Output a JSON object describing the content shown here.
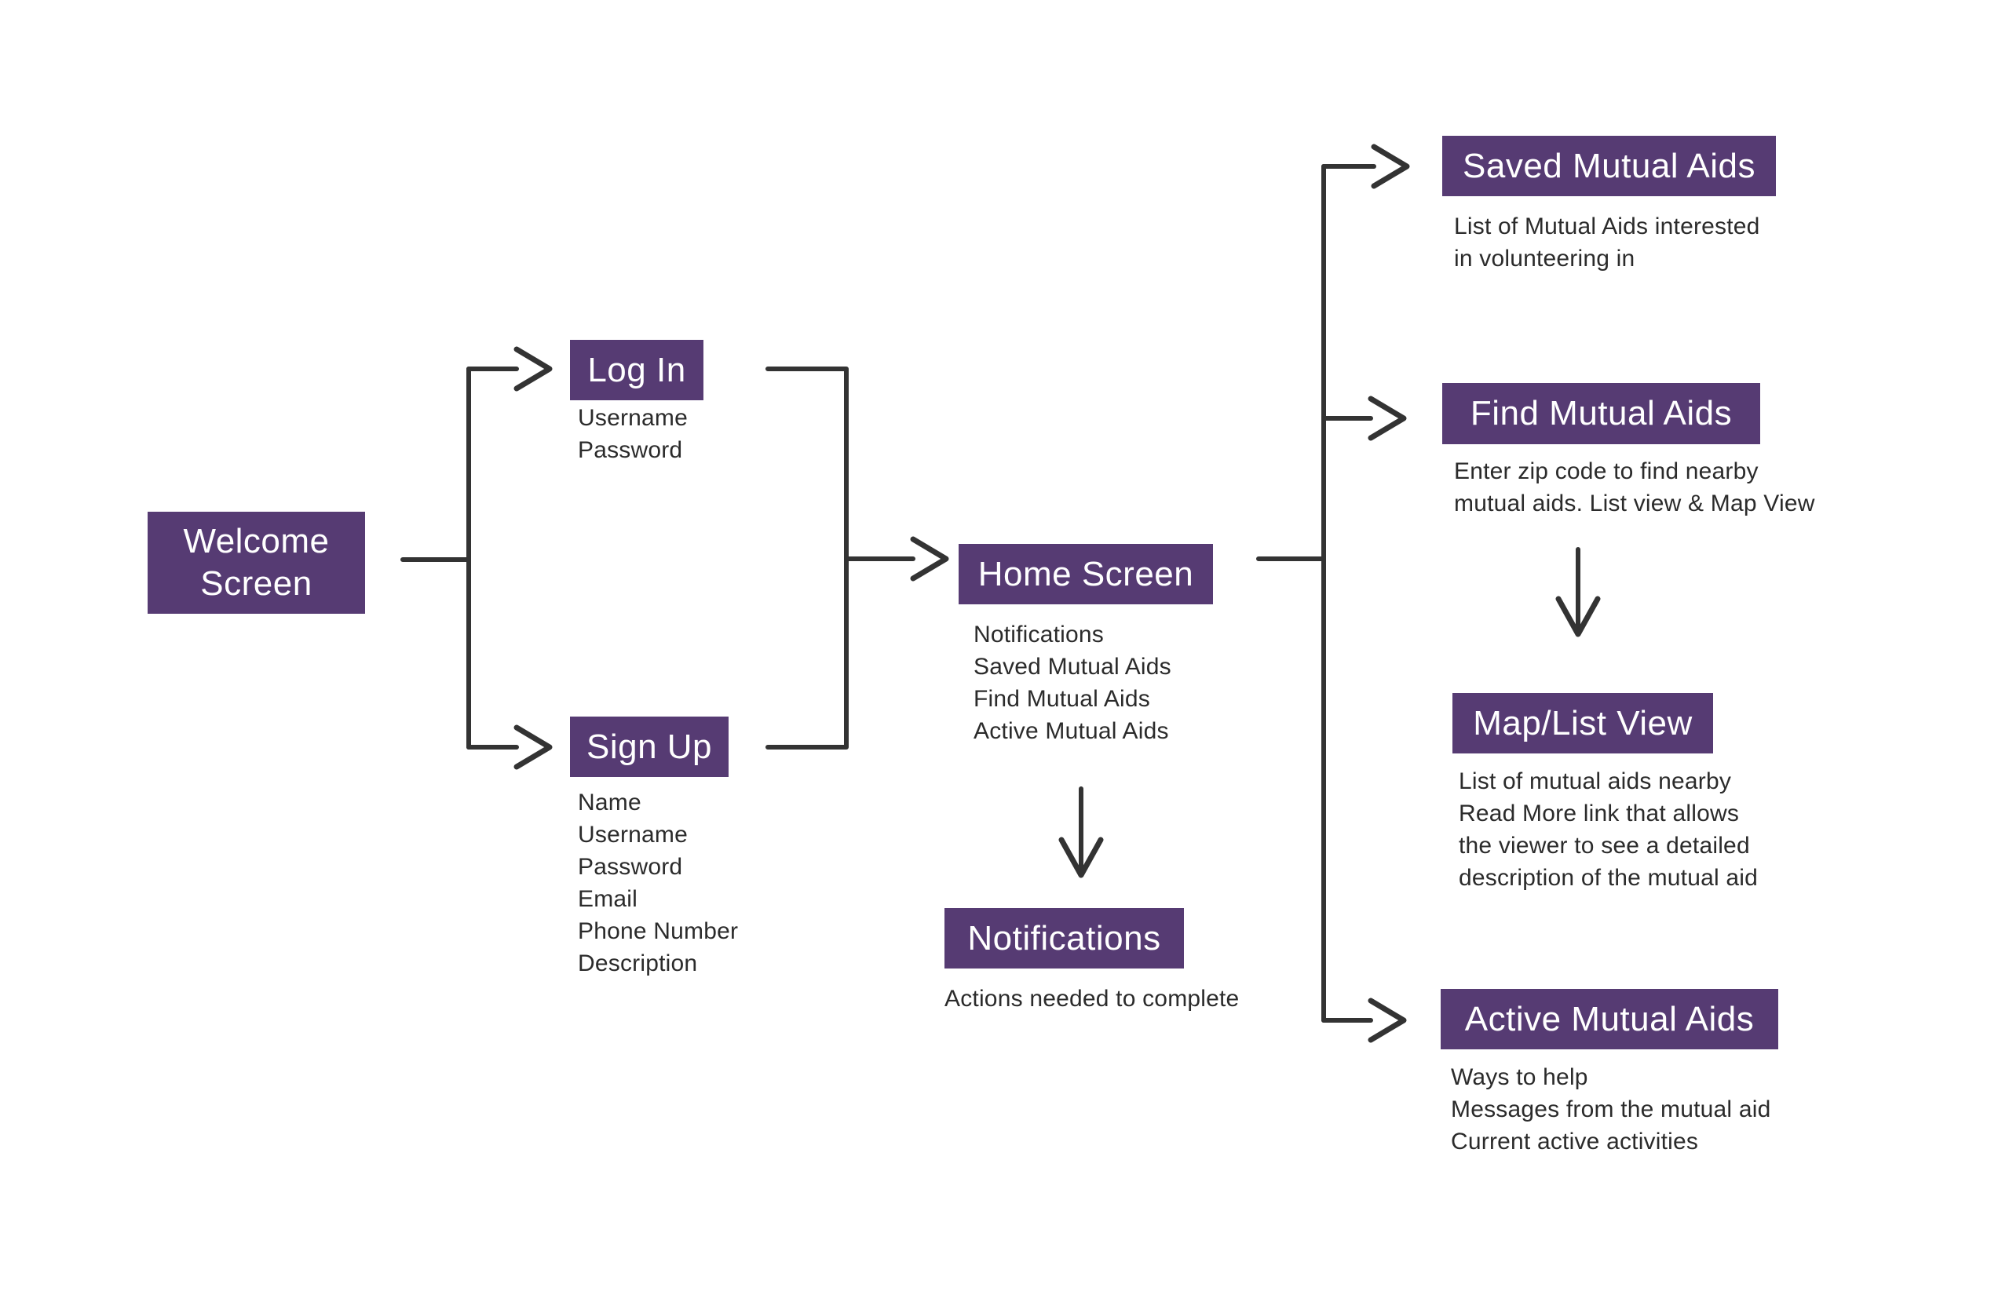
{
  "diagram": {
    "colors": {
      "node_fill": "#563B73",
      "node_text": "#FFFFFF",
      "connector": "#333333",
      "body_text": "#2B2B2B",
      "background": "#FFFFFF"
    },
    "nodes": [
      {
        "id": "welcome",
        "label": "Welcome Screen",
        "description": ""
      },
      {
        "id": "login",
        "label": "Log In",
        "description": "Username\nPassword"
      },
      {
        "id": "signup",
        "label": "Sign Up",
        "description": "Name\nUsername\nPassword\nEmail\nPhone Number\nDescription"
      },
      {
        "id": "home",
        "label": "Home Screen",
        "description": "Notifications\nSaved Mutual Aids\nFind Mutual Aids\nActive Mutual Aids"
      },
      {
        "id": "notifications",
        "label": "Notifications",
        "description": "Actions needed to complete"
      },
      {
        "id": "saved",
        "label": "Saved Mutual Aids",
        "description": "List of Mutual Aids interested\nin volunteering in"
      },
      {
        "id": "find",
        "label": "Find Mutual Aids",
        "description": "Enter zip code to find nearby\nmutual aids. List view & Map View"
      },
      {
        "id": "maplist",
        "label": "Map/List View",
        "description": "List of mutual aids nearby\nRead More link that allows\nthe viewer to see a detailed\ndescription of the mutual aid"
      },
      {
        "id": "active",
        "label": "Active Mutual Aids",
        "description": "Ways to help\nMessages from the mutual aid\nCurrent active activities"
      }
    ]
  }
}
